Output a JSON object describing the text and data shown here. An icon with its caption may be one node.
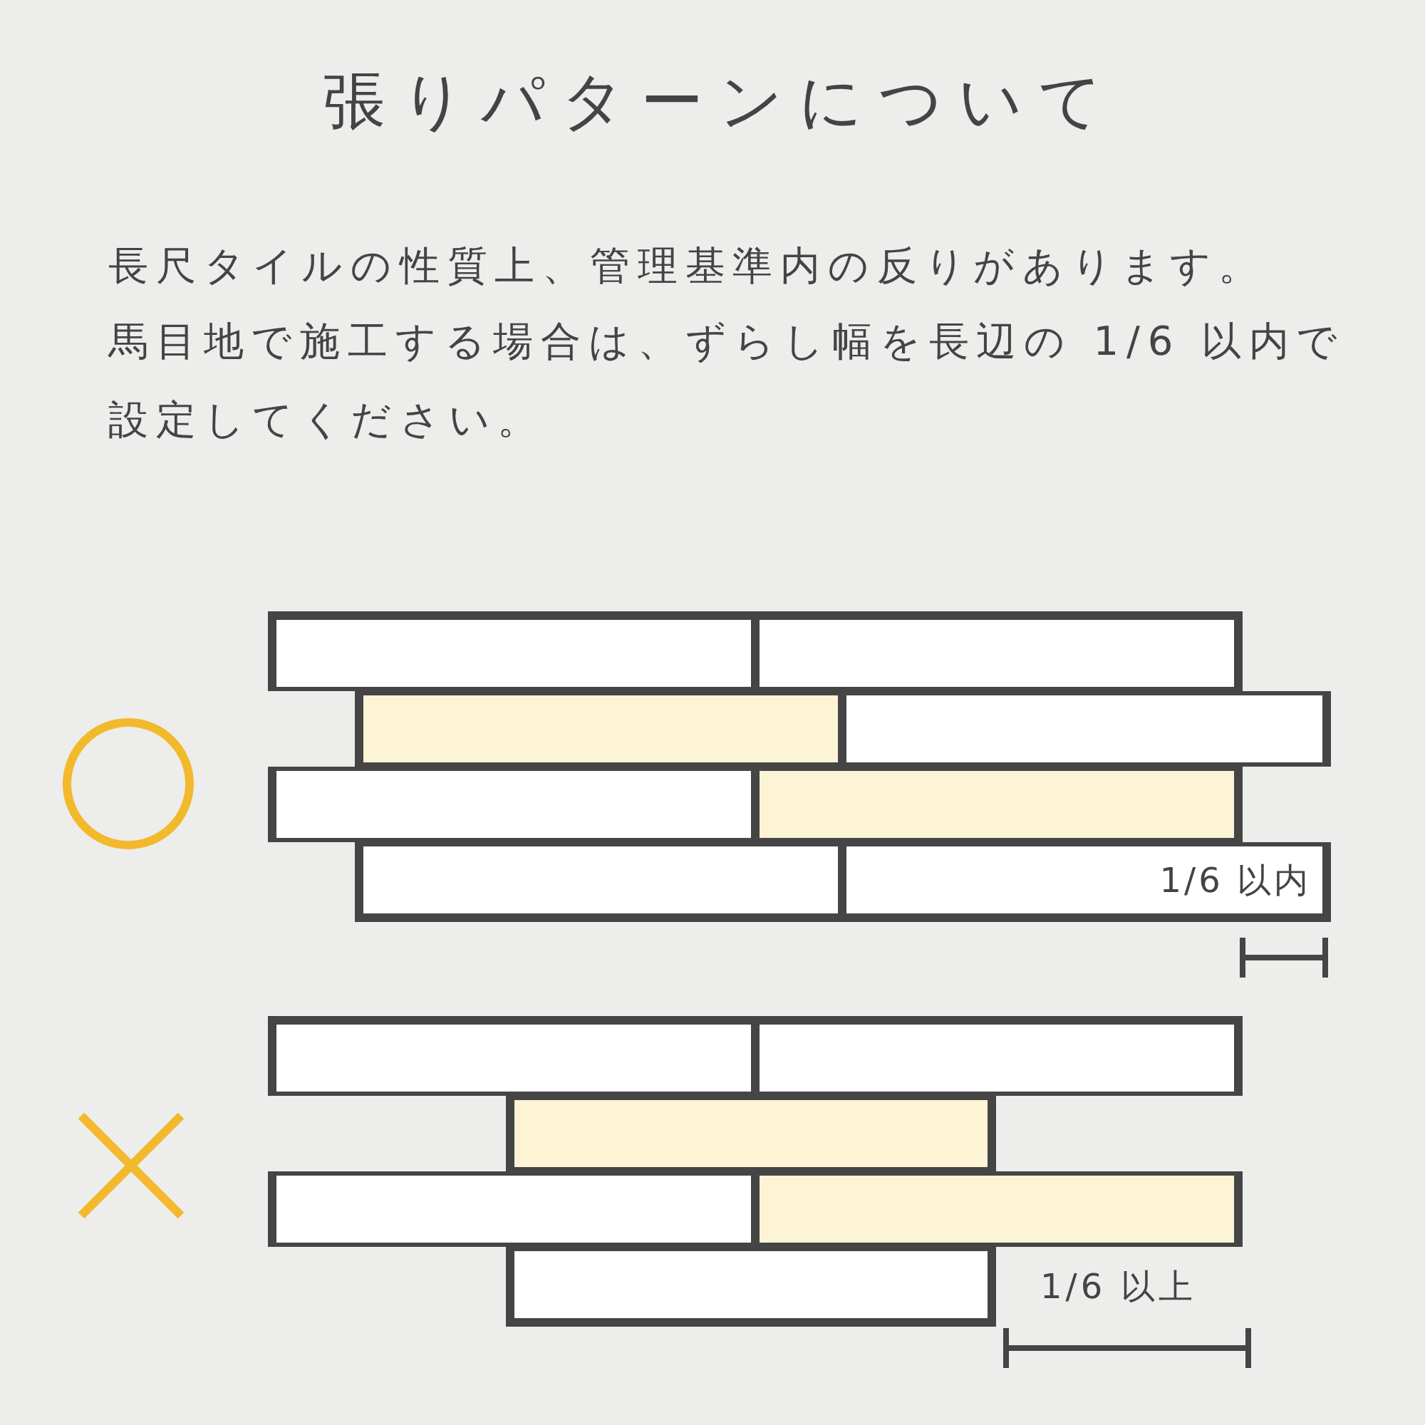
{
  "diagram": {
    "title": "張りパターンについて",
    "nodes": [
      {
        "text": [],
        "shape": "box"
      },
      {
        "text": [],
        "shape": "box"
      },
      {
        "text": [],
        "shape": "box"
      },
      {
        "text": [],
        "shape": "box"
      },
      {
        "text": [],
        "shape": "box"
      },
      {
        "text": [],
        "shape": "box"
      },
      {
        "text": [],
        "shape": "box"
      },
      {
        "text": [
          "1/6 以内"
        ]
      },
      {
        "text": [],
        "shape": "box"
      },
      {
        "text": [],
        "shape": "box"
      },
      {
        "text": [],
        "shape": "box"
      },
      {
        "text": [],
        "shape": "box"
      },
      {
        "text": [],
        "shape": "box"
      },
      {
        "text": [],
        "shape": "box"
      }
    ],
    "labels": [
      "長尺タイルの性質上、管理基準内の反りがあります。",
      "馬目地で施工する場合は、ずらし幅を長辺の 1/6 以内で設定してください。",
      "1/6 以上"
    ]
  }
}
